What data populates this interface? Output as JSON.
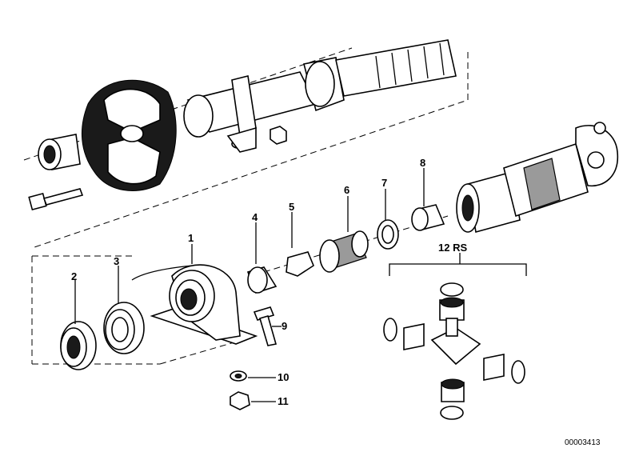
{
  "diagram": {
    "callouts": {
      "c1": "1",
      "c2": "2",
      "c3": "3",
      "c4": "4",
      "c5": "5",
      "c6": "6",
      "c7": "7",
      "c8": "8",
      "c9": "9",
      "c10": "10",
      "c11": "11",
      "c12": "12 RS"
    },
    "part_number": "00003413"
  }
}
